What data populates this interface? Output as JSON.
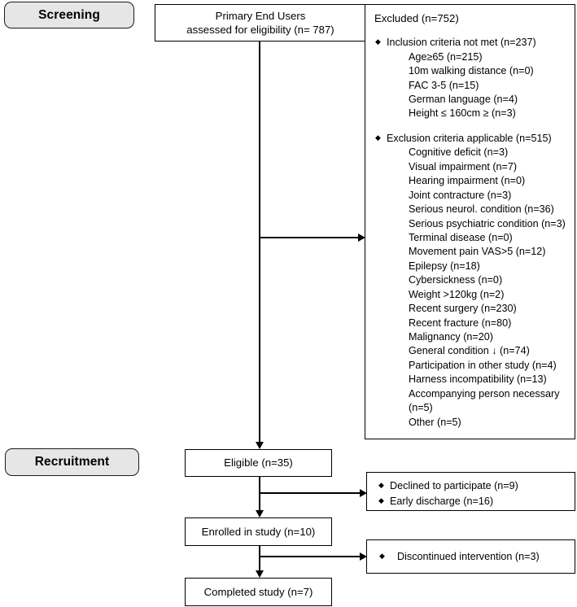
{
  "stages": {
    "screening": "Screening",
    "recruitment": "Recruitment"
  },
  "flow": {
    "assessed_line1": "Primary End Users",
    "assessed_line2": "assessed for eligibility (n= 787)",
    "eligible": "Eligible (n=35)",
    "enrolled": "Enrolled in study (n=10)",
    "completed": "Completed study (n=7)"
  },
  "excluded": {
    "title": "Excluded (n=752)",
    "groups": [
      {
        "heading": "Inclusion criteria not met (n=237)",
        "items": [
          "Age≥65 (n=215)",
          "10m walking distance (n=0)",
          "FAC 3-5 (n=15)",
          "German language (n=4)",
          "Height ≤ 160cm ≥ (n=3)"
        ]
      },
      {
        "heading": "Exclusion criteria applicable (n=515)",
        "items": [
          "Cognitive deficit (n=3)",
          "Visual impairment (n=7)",
          "Hearing impairment (n=0)",
          "Joint contracture (n=3)",
          "Serious neurol. condition (n=36)",
          "Serious psychiatric condition (n=3)",
          "Terminal disease (n=0)",
          "Movement pain VAS>5 (n=12)",
          "Epilepsy (n=18)",
          "Cybersickness (n=0)",
          "Weight >120kg (n=2)",
          "Recent surgery (n=230)",
          "Recent fracture (n=80)",
          "Malignancy (n=20)",
          "General condition ↓ (n=74)",
          "Participation in other study (n=4)",
          "Harness incompatibility (n=13)",
          "Accompanying person necessary (n=5)",
          "Other (n=5)"
        ]
      }
    ]
  },
  "declined": {
    "items": [
      "Declined to participate (n=9)",
      "Early discharge (n=16)"
    ]
  },
  "discontinued": {
    "items": [
      "Discontinued intervention (n=3)"
    ]
  },
  "glyphs": {
    "bullet_diamond": "◆"
  },
  "colors": {
    "stage_fill": "#e6e6e6",
    "stroke": "#000000",
    "background": "#ffffff"
  }
}
